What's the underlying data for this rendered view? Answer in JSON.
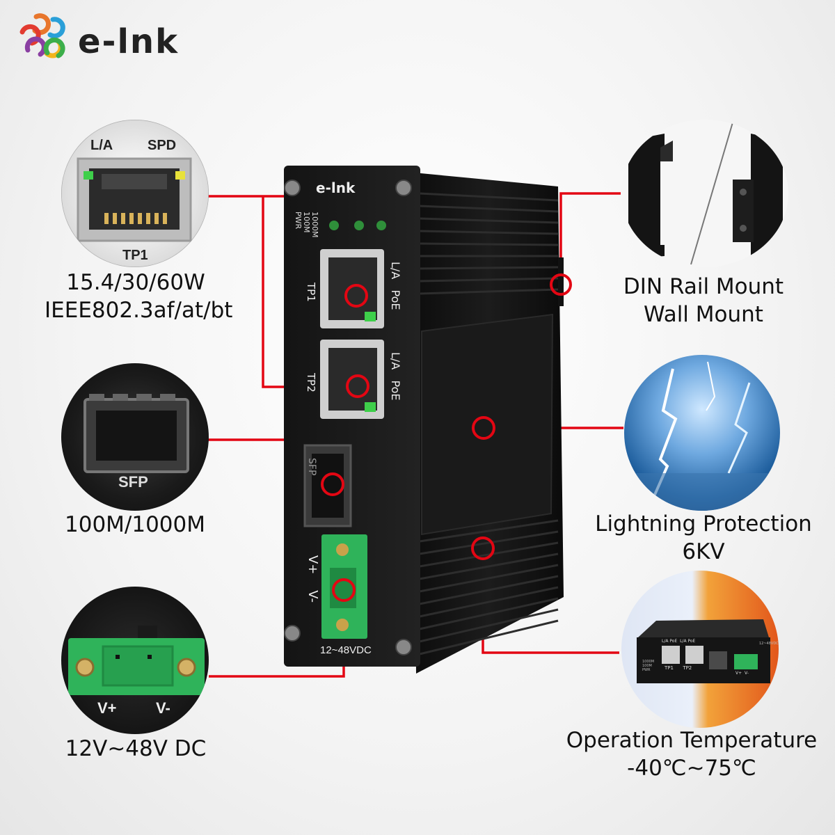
{
  "brand": {
    "name": "e-lnk",
    "device_logo": "e-lnk"
  },
  "colors": {
    "accent_red": "#e30613",
    "terminal_green": "#2fb35a",
    "led_green": "#3ecf4a",
    "device_body": "#161616"
  },
  "features": {
    "poe": {
      "icon": "rj45-port-icon",
      "led_labels": [
        "L/A",
        "SPD"
      ],
      "port_label": "TP1",
      "line1": "15.4/30/60W",
      "line2": "IEEE802.3af/at/bt"
    },
    "sfp": {
      "icon": "sfp-cage-icon",
      "port_label": "SFP",
      "line1": "100M/1000M"
    },
    "power": {
      "icon": "terminal-block-icon",
      "pins": [
        "V+",
        "V-"
      ],
      "line1": "12V~48V DC"
    },
    "mount": {
      "icon": "din-rail-bracket-icon",
      "line1": "DIN Rail Mount",
      "line2": "Wall Mount"
    },
    "lightning": {
      "icon": "lightning-storm-icon",
      "line1": "Lightning Protection",
      "line2": "6KV"
    },
    "temperature": {
      "icon": "hot-cold-device-icon",
      "line1": "Operation Temperature",
      "line2": "-40℃~75℃"
    }
  },
  "device": {
    "led_labels": [
      "1000M",
      "100M",
      "PWR"
    ],
    "port1": {
      "label": "TP1",
      "leds": [
        "L/A",
        "PoE"
      ]
    },
    "port2": {
      "label": "TP2",
      "leds": [
        "L/A",
        "PoE"
      ]
    },
    "sfp_label": "SFP",
    "power_pins": [
      "V+",
      "V-"
    ],
    "power_rating": "12~48VDC"
  },
  "mini_device": {
    "port_labels": [
      "TP1",
      "TP2"
    ],
    "led_labels": [
      "L/A",
      "PoE",
      "L/A",
      "PoE"
    ],
    "pins": [
      "V+",
      "V-"
    ],
    "status_labels": [
      "1000M",
      "100M",
      "PWR"
    ],
    "rating": "12~48VDC"
  }
}
